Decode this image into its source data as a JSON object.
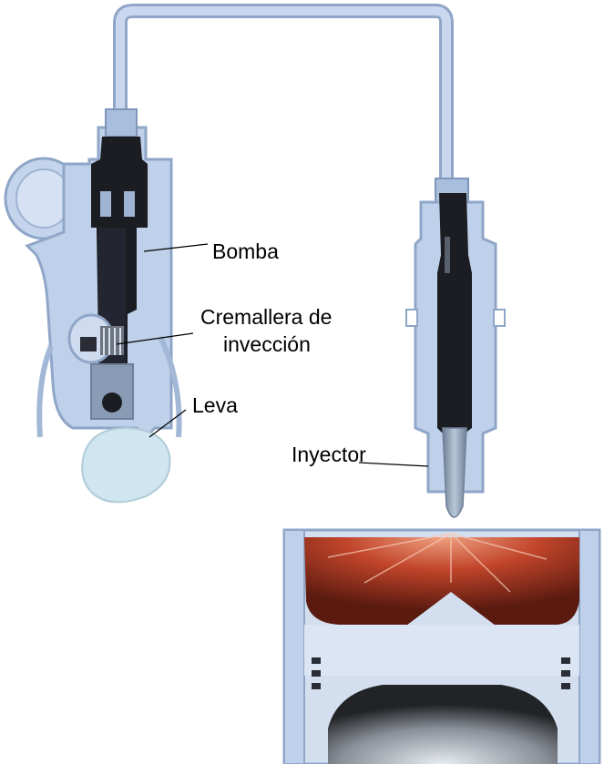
{
  "labels": {
    "bomba": "Bomba",
    "cremallera_line1": "Cremallera de",
    "cremallera_line2": "invección",
    "leva": "Leva",
    "inyector": "Inyector"
  },
  "colors": {
    "housing": "#bfd1ea",
    "housing_edge": "#8fa6c8",
    "dark": "#1b1d22",
    "tube": "#b7cbe6",
    "flame": "#c0442a",
    "flame_dark": "#5a1a10",
    "cam": "#cfe6f0",
    "piston_chamber": "#2a2a2a"
  }
}
